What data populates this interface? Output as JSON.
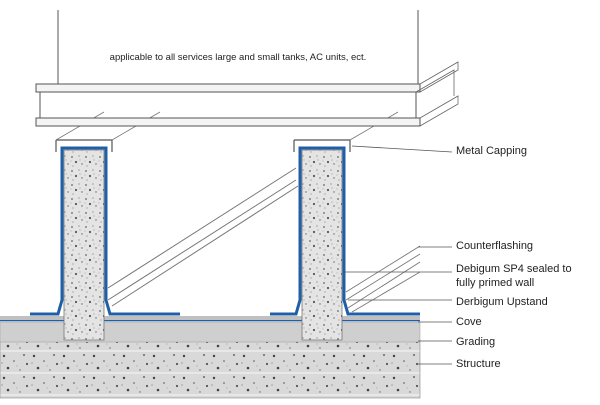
{
  "equipment_note": "applicable to all services large and small tanks, AC units, ect.",
  "labels": {
    "metal_capping": "Metal Capping",
    "counterflashing": "Counterflashing",
    "sp4_line1": "Debigum SP4 sealed to",
    "sp4_line2": "fully primed wall",
    "upstand": "Derbigum Upstand",
    "cove": "Cove",
    "grading": "Grading",
    "structure": "Structure"
  },
  "colors": {
    "membrane": "#1f5fa8",
    "concrete_light": "#dcdcdc",
    "grading": "#c9c9c9",
    "line": "#555555"
  }
}
